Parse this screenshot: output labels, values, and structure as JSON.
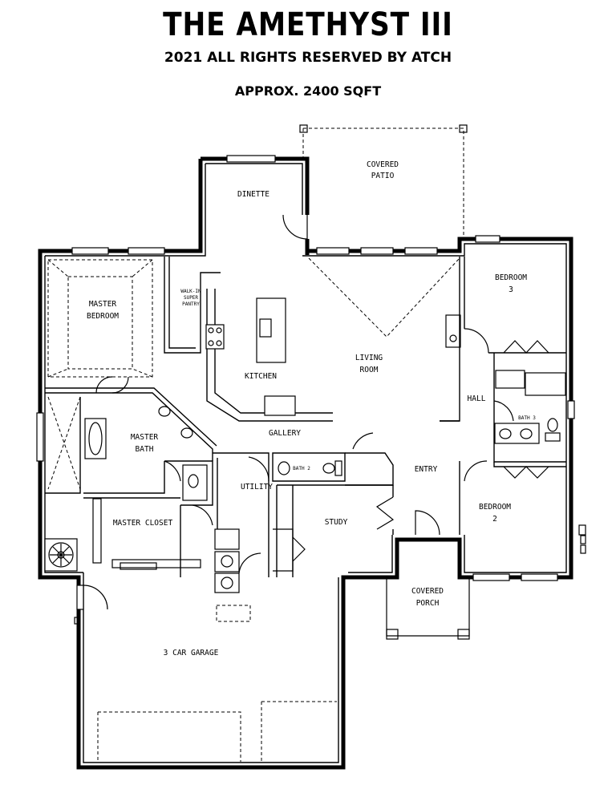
{
  "header": {
    "title": "THE AMETHYST III",
    "copyright": "2021 ALL RIGHTS RESERVED BY ATCH",
    "area": "APPROX. 2400 SQFT"
  },
  "rooms": {
    "covered_patio": [
      "COVERED",
      "PATIO"
    ],
    "dinette": [
      "DINETTE"
    ],
    "walk_in_pantry": [
      "WALK-IN",
      "SUPER",
      "PANTRY"
    ],
    "master_bedroom": [
      "MASTER",
      "BEDROOM"
    ],
    "kitchen": [
      "KITCHEN"
    ],
    "living_room": [
      "LIVING",
      "ROOM"
    ],
    "bedroom_3": [
      "BEDROOM",
      "3"
    ],
    "hall": [
      "HALL"
    ],
    "bath_3": [
      "BATH 3"
    ],
    "master_bath": [
      "MASTER",
      "BATH"
    ],
    "gallery": [
      "GALLERY"
    ],
    "bath_2": [
      "BATH 2"
    ],
    "utility": [
      "UTILITY"
    ],
    "entry": [
      "ENTRY"
    ],
    "master_closet": [
      "MASTER CLOSET"
    ],
    "study": [
      "STUDY"
    ],
    "bedroom_2": [
      "BEDROOM",
      "2"
    ],
    "covered_porch": [
      "COVERED",
      "PORCH"
    ],
    "garage": [
      "3 CAR GARAGE"
    ]
  }
}
